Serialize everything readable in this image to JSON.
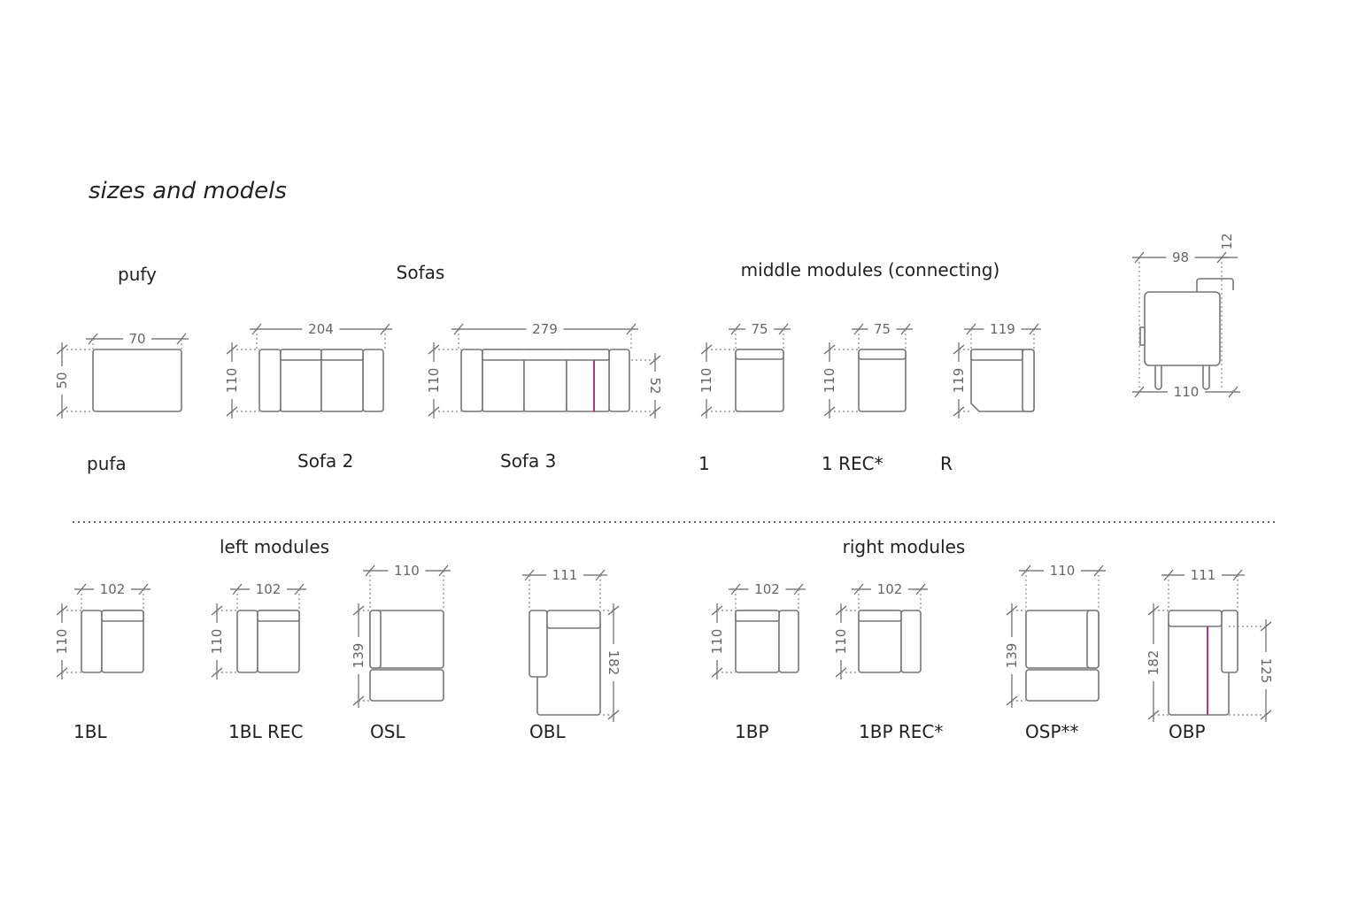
{
  "title": "sizes and models",
  "sections": {
    "pufy": "pufy",
    "sofas": "Sofas",
    "middle": "middle modules (connecting)",
    "left": "left modules",
    "right": "right modules"
  },
  "models": {
    "pufa": "pufa",
    "sofa2": "Sofa 2",
    "sofa3": "Sofa 3",
    "m1": "1",
    "m1rec": "1 REC*",
    "r": "R",
    "bl1": "1BL",
    "bl1rec": "1BL REC",
    "osl": "OSL",
    "obl": "OBL",
    "bp1": "1BP",
    "bp1rec": "1BP REC*",
    "osp": "OSP**",
    "obp": "OBP"
  },
  "dims": {
    "pufa_w": "70",
    "pufa_h": "50",
    "sofa2_w": "204",
    "sofa2_h": "110",
    "sofa3_w": "279",
    "sofa3_h": "110",
    "sofa3_seat": "52",
    "m1_w": "75",
    "m1_h": "110",
    "m1rec_w": "75",
    "m1rec_h": "110",
    "r_w": "119",
    "r_h": "119",
    "side_w": "98",
    "side_back": "12",
    "side_total": "110",
    "bl1_w": "102",
    "bl1_h": "110",
    "bl1rec_w": "102",
    "bl1rec_h": "110",
    "osl_w": "110",
    "osl_h": "139",
    "obl_w": "111",
    "obl_h": "182",
    "bp1_w": "102",
    "bp1_h": "110",
    "bp1rec_w": "102",
    "bp1rec_h": "110",
    "osp_w": "110",
    "osp_h": "139",
    "obp_w": "111",
    "obp_h": "182",
    "obp_seat": "125"
  },
  "colors": {
    "accent": "#c0307a",
    "line": "#777777"
  }
}
